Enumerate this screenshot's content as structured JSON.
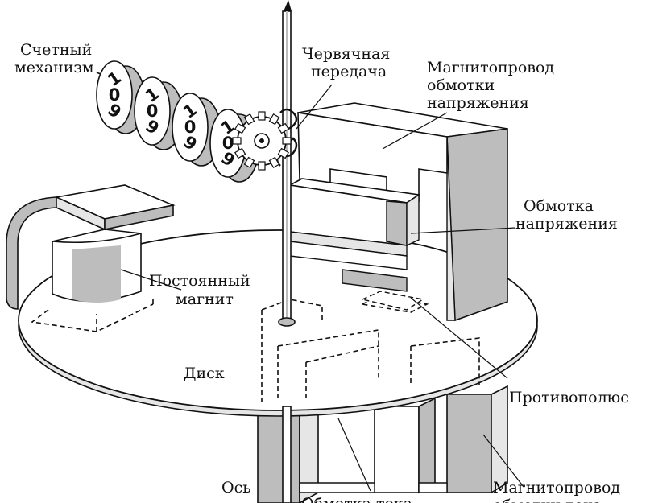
{
  "labels": {
    "counter": [
      "Счетный",
      "механизм"
    ],
    "worm_gear": [
      "Червячная",
      "передача"
    ],
    "voltage_core": [
      "Магнитопровод",
      "обмотки",
      "напряжения"
    ],
    "voltage_coil": [
      "Обмотка",
      "напряжения"
    ],
    "permanent_magnet": [
      "Постоянный",
      "магнит"
    ],
    "disc": "Диск",
    "counter_pole": "Противополюс",
    "axis": "Ось",
    "current_coil": "Обмотка тока",
    "current_core": [
      "Магнитопровод",
      "обмотки тока"
    ]
  },
  "counter_digits": [
    {
      "top": "1",
      "mid": "0",
      "bot": "9"
    },
    {
      "top": "1",
      "mid": "0",
      "bot": "9"
    },
    {
      "top": "1",
      "mid": "0",
      "bot": "9"
    },
    {
      "top": "1",
      "mid": "0",
      "bot": "9"
    }
  ],
  "colors": {
    "ink": "#111111",
    "gray": "#bdbdbd",
    "light": "#e6e6e6",
    "paper": "#ffffff"
  }
}
